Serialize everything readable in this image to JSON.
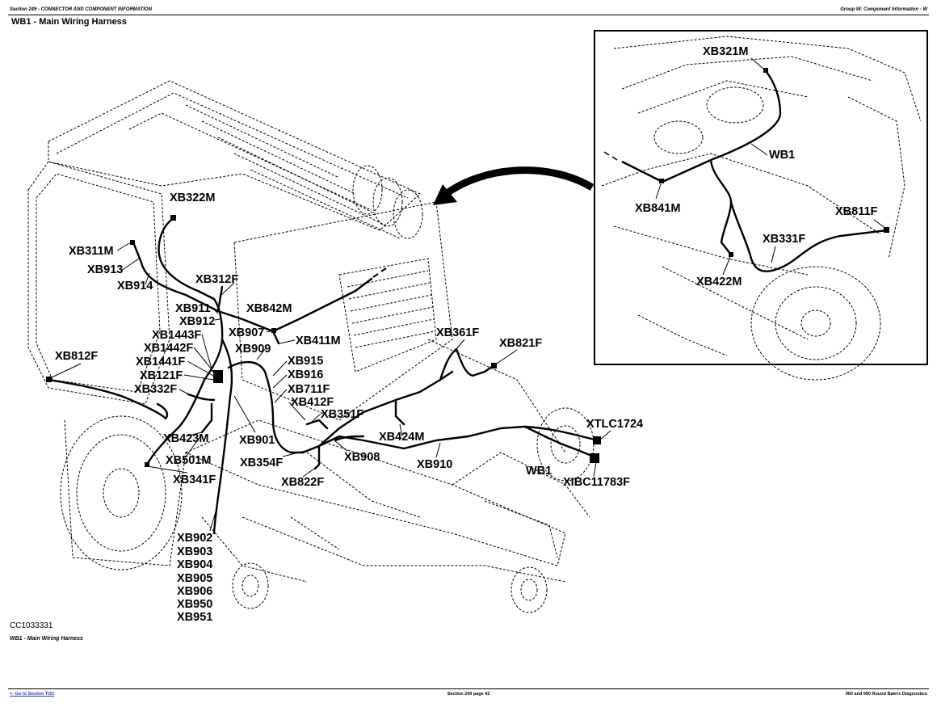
{
  "header": {
    "section": "Section 249 - CONNECTOR AND COMPONENT INFORMATION",
    "group": "Group W: Component Information - W"
  },
  "title": "WB1 - Main Wiring Harness",
  "figure": {
    "id": "CC1033331",
    "caption": "WB1 - Main Wiring Harness",
    "labels": {
      "xb322m": "XB322M",
      "xb311m": "XB311M",
      "xb913": "XB913",
      "xb914": "XB914",
      "xb312f": "XB312F",
      "xb842m": "XB842M",
      "xb911": "XB911",
      "xb912": "XB912",
      "xb907": "XB907",
      "xb411m": "XB411M",
      "xb1443f": "XB1443F",
      "xb1442f": "XB1442F",
      "xb909": "XB909",
      "xb1441f": "XB1441F",
      "xb915": "XB915",
      "xb812f": "XB812F",
      "xb121f": "XB121F",
      "xb916": "XB916",
      "xb332f": "XB332F",
      "xb711f": "XB711F",
      "xb412f": "XB412F",
      "xb351f": "XB351F",
      "xb361f": "XB361F",
      "xb821f": "XB821F",
      "xb423m": "XB423M",
      "xb901": "XB901",
      "xb424m": "XB424M",
      "xb501m": "XB501M",
      "xb354f": "XB354F",
      "xb908": "XB908",
      "xb910": "XB910",
      "xb341f": "XB341F",
      "xb822f": "XB822F",
      "xtlc1724": "XTLC1724",
      "wb1_main": "WB1",
      "xibc11783f": "XIBC11783F",
      "xb902": "XB902",
      "xb903": "XB903",
      "xb904": "XB904",
      "xb905": "XB905",
      "xb906": "XB906",
      "xb950": "XB950",
      "xb951": "XB951"
    },
    "inset_labels": {
      "xb321m": "XB321M",
      "wb1": "WB1",
      "xb841m": "XB841M",
      "xb811f": "XB811F",
      "xb331f": "XB331F",
      "xb422m": "XB422M"
    }
  },
  "footer": {
    "link": "<- Go to Section TOC",
    "page": "Section 249 page 42",
    "doc": "960 and 990 Round Balers Diagnostics"
  }
}
